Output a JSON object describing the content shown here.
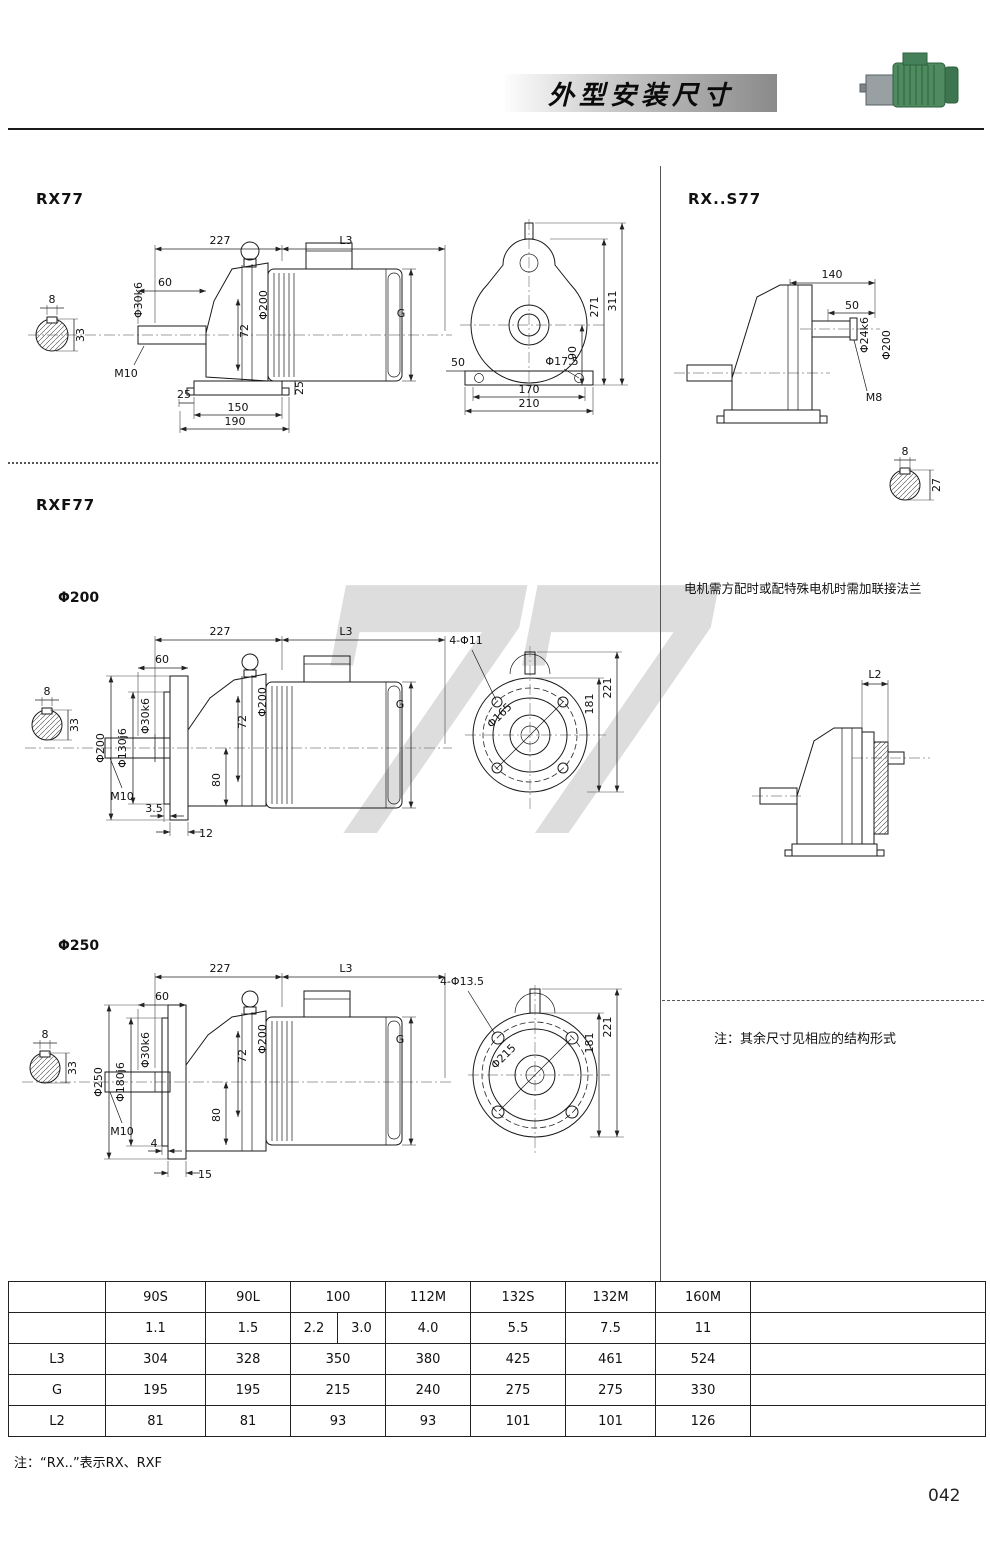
{
  "header": {
    "title": "外型安装尺寸"
  },
  "watermark": "77",
  "colors": {
    "header_gradient_start": "#fdfdfd",
    "header_gradient_end": "#8a8a8a",
    "motor_green": "#4e8c5f"
  },
  "sections": {
    "rx77": {
      "title": "RX77",
      "dims": {
        "d227": "227",
        "dL3": "L3",
        "d60": "60",
        "phi30k6": "Φ30k6",
        "key8": "8",
        "s33": "33",
        "d72": "72",
        "phi200": "Φ200",
        "G": "G",
        "m10": "M10",
        "d25a": "25",
        "d150": "150",
        "d190": "190",
        "d25b": "25",
        "f271": "271",
        "f311": "311",
        "f90": "90",
        "f50": "50",
        "fphi175": "Φ17.5",
        "f170": "170",
        "f210": "210"
      }
    },
    "rxs77": {
      "title": "RX..S77",
      "dims": {
        "d140": "140",
        "d50": "50",
        "phi24k6": "Φ24k6",
        "phi200": "Φ200",
        "m8": "M8",
        "key8": "8",
        "s27": "27"
      }
    },
    "rxf77": {
      "title": "RXF77"
    },
    "v200": {
      "label": "Φ200",
      "dims": {
        "d227": "227",
        "dL3": "L3",
        "d60": "60",
        "key8": "8",
        "s33": "33",
        "phi200a": "Φ200",
        "phi130": "Φ130j6",
        "phi30k6": "Φ30k6",
        "d72": "72",
        "phi200b": "Φ200",
        "G": "G",
        "d80": "80",
        "m10": "M10",
        "d35": "3.5",
        "d12": "12",
        "bolt": "4-Φ11",
        "f221": "221",
        "f181": "181",
        "fphi165": "Φ165"
      }
    },
    "v250": {
      "label": "Φ250",
      "dims": {
        "d227": "227",
        "dL3": "L3",
        "d60": "60",
        "key8": "8",
        "s33": "33",
        "phi250": "Φ250",
        "phi180": "Φ180j6",
        "phi30k6": "Φ30k6",
        "d72": "72",
        "phi200b": "Φ200",
        "G": "G",
        "d80": "80",
        "m10": "M10",
        "d4": "4",
        "d15": "15",
        "bolt": "4-Φ13.5",
        "f221": "221",
        "f181": "181",
        "fphi215": "Φ215"
      }
    },
    "l2_drawing": {
      "dL2": "L2"
    }
  },
  "notes": {
    "flange_note": "电机需方配时或配特殊电机时需加联接法兰",
    "other_note": "注：其余尺寸见相应的结构形式",
    "footer_note": "注：“RX..”表示RX、RXF"
  },
  "table": {
    "models": [
      "90S",
      "90L",
      "100",
      "112M",
      "132S",
      "132M",
      "160M"
    ],
    "power": [
      "1.1",
      "1.5",
      "2.2",
      "3.0",
      "4.0",
      "5.5",
      "7.5",
      "11"
    ],
    "rows": [
      {
        "label": "L3",
        "values": [
          "304",
          "328",
          "350",
          "380",
          "425",
          "461",
          "524"
        ]
      },
      {
        "label": "G",
        "values": [
          "195",
          "195",
          "215",
          "240",
          "275",
          "275",
          "330"
        ]
      },
      {
        "label": "L2",
        "values": [
          "81",
          "81",
          "93",
          "93",
          "101",
          "101",
          "126"
        ]
      }
    ]
  },
  "page_number": "042"
}
